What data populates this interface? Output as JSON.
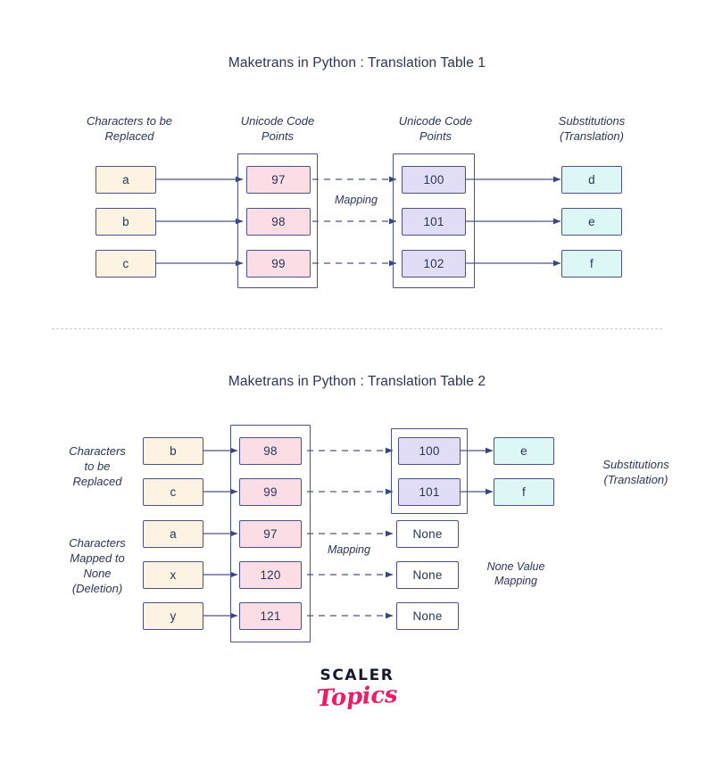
{
  "colors": {
    "text": "#2b3557",
    "stroke": "#4a5385",
    "char_fill": "#fdf3e3",
    "code_fill": "#fbdde6",
    "code2_fill": "#e2ddf7",
    "subst_fill": "#dcf7f5",
    "none_fill": "#ffffff",
    "divider": "#c9cbd6",
    "logo_dark": "#16192e",
    "logo_pink": "#ec1d66"
  },
  "diagram1": {
    "title": "Maketrans in Python : Translation Table 1",
    "captions": {
      "left": "Characters to be\nReplaced",
      "mid_left": "Unicode Code\nPoints",
      "mid_right": "Unicode Code\nPoints",
      "right": "Substitutions\n(Translation)"
    },
    "mapping_label": "Mapping",
    "rows": [
      {
        "char": "a",
        "code_in": "97",
        "code_out": "100",
        "subst": "d"
      },
      {
        "char": "b",
        "code_in": "98",
        "code_out": "101",
        "subst": "e"
      },
      {
        "char": "c",
        "code_in": "99",
        "code_out": "102",
        "subst": "f"
      }
    ]
  },
  "diagram2": {
    "title": "Maketrans in Python : Translation Table 2",
    "captions": {
      "left_top": "Characters\nto be\nReplaced",
      "left_bottom": "Characters\nMapped to\nNone\n(Deletion)",
      "right": "Substitutions\n(Translation)"
    },
    "mapping_label": "Mapping",
    "none_mapping_label": "None Value\nMapping",
    "rows": [
      {
        "char": "b",
        "code_in": "98",
        "code_out": "100",
        "subst": "e"
      },
      {
        "char": "c",
        "code_in": "99",
        "code_out": "101",
        "subst": "f"
      },
      {
        "char": "a",
        "code_in": "97",
        "code_out": "None",
        "subst": ""
      },
      {
        "char": "x",
        "code_in": "120",
        "code_out": "None",
        "subst": ""
      },
      {
        "char": "y",
        "code_in": "121",
        "code_out": "None",
        "subst": ""
      }
    ]
  },
  "logo": {
    "line1": "SCALER",
    "line2": "Topics"
  }
}
